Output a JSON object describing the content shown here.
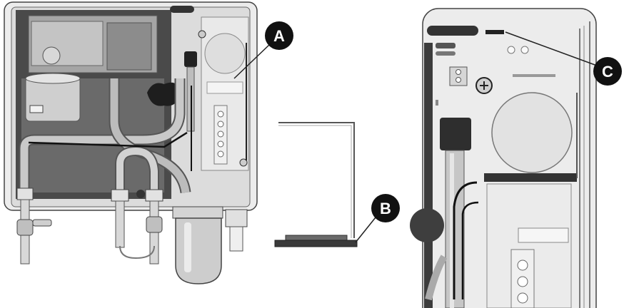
{
  "callouts": [
    {
      "label": "A"
    },
    {
      "label": "B"
    },
    {
      "label": "C"
    }
  ],
  "colors": {
    "callout_fill": "#111111",
    "callout_text": "#ffffff",
    "leader_line": "#222222",
    "housing": "#ececec",
    "outline": "#444444"
  }
}
